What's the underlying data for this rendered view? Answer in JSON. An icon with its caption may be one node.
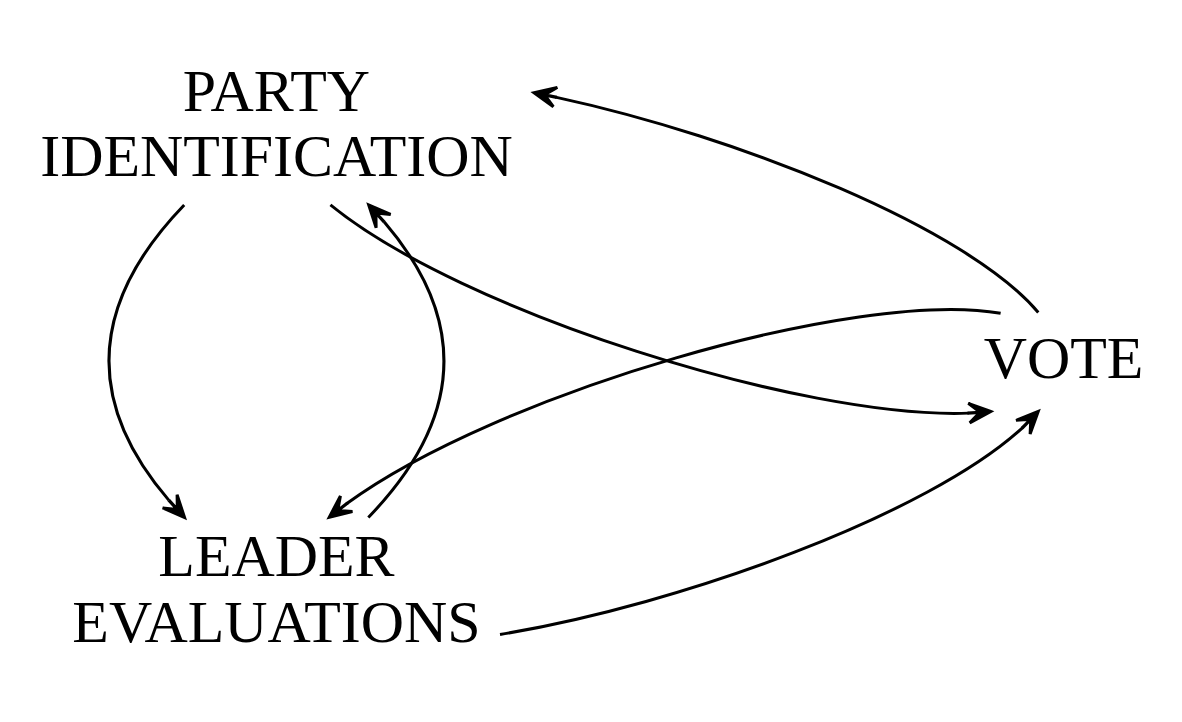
{
  "diagram": {
    "nodes": [
      {
        "text": [
          "LEADER EVALUATIONS"
        ]
      },
      {
        "text": [
          "PARTY IDENTIFICATION"
        ]
      },
      {
        "text": [
          "VOTE"
        ]
      }
    ],
    "edges": [
      {
        "from": 0,
        "to": 1,
        "arrow": "to"
      },
      {
        "from": 1,
        "to": 0,
        "arrow": "to"
      },
      {
        "from": 2,
        "to": 0,
        "arrow": "to"
      },
      {
        "from": 0,
        "to": 2,
        "arrow": "to"
      },
      {
        "from": 2,
        "to": 1,
        "arrow": "to"
      },
      {
        "from": 1,
        "to": 2,
        "arrow": "to"
      }
    ]
  }
}
